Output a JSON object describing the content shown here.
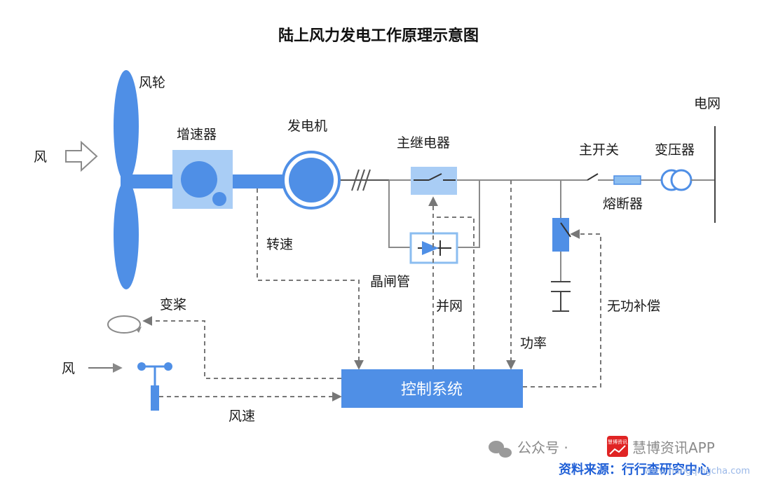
{
  "title": "陆上风力发电工作原理示意图",
  "labels": {
    "rotor": "风轮",
    "wind_main": "风",
    "gearbox": "增速器",
    "generator": "发电机",
    "main_relay": "主继电器",
    "main_switch": "主开关",
    "transformer": "变压器",
    "grid": "电网",
    "fuse": "熔断器",
    "speed": "转速",
    "thyristor": "晶闸管",
    "grid_connect": "并网",
    "reactive_comp": "无功补偿",
    "pitch": "变桨",
    "power": "功率",
    "wind_sensor": "风",
    "wind_speed": "风速",
    "control_system": "控制系统"
  },
  "watermark": {
    "wechat_prefix": "公众号 · ",
    "account": "慧博资讯APP",
    "source": "资料来源：行行查研究中心",
    "site": "www.hangqingcha.com",
    "badge": "慧博资讯"
  },
  "colors": {
    "primary_blue": "#4f8fe6",
    "light_blue": "#a9cdf5",
    "box_blue": "#8bbdf0",
    "line_gray": "#8a8a8a",
    "source_blue": "#1f5fd6",
    "badge_red": "#e02424"
  }
}
